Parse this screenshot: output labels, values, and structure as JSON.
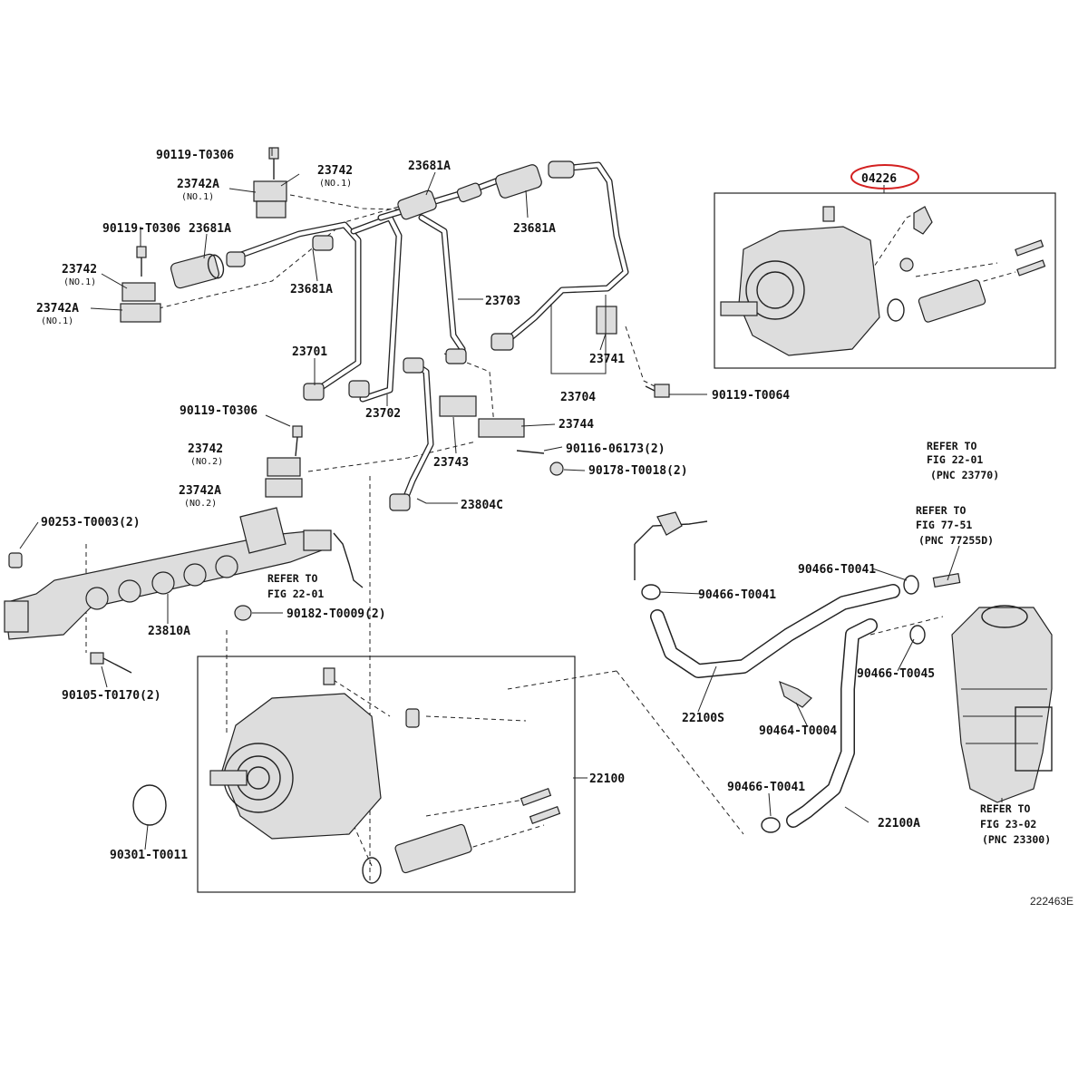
{
  "labels": {
    "l90119_top": "90119-T0306",
    "l23742_no1": "23742",
    "l23742_no1_sub": "(NO.1)",
    "l23742a_no1": "23742A",
    "l23742a_no1_sub": "(NO.1)",
    "l90119_left": "90119-T0306",
    "l23681a_1": "23681A",
    "l23742_left": "23742",
    "l23742_left_sub": "(NO.1)",
    "l23742a_left": "23742A",
    "l23742a_left_sub": "(NO.1)",
    "l23681a_2": "23681A",
    "l23681a_3": "23681A",
    "l23681a_4": "23681A",
    "l23703": "23703",
    "l23701": "23701",
    "l23741": "23741",
    "l23702": "23702",
    "l23704": "23704",
    "l90119_t0064": "90119-T0064",
    "l90119_mid": "90119-T0306",
    "l23744": "23744",
    "l23742_no2": "23742",
    "l23742_no2_sub": "(NO.2)",
    "l23743": "23743",
    "l90116": "90116-06173(2)",
    "l90178": "90178-T0018(2)",
    "l23742a_no2": "23742A",
    "l23742a_no2_sub": "(NO.2)",
    "l23804c": "23804C",
    "l90253": "90253-T0003(2)",
    "l23810a": "23810A",
    "l90182": "90182-T0009(2)",
    "l90105": "90105-T0170(2)",
    "l22100": "22100",
    "l90301": "90301-T0011",
    "l04226": "04226",
    "l90466_a": "90466-T0041",
    "l90466_b": "90466-T0041",
    "l90466_c": "90466-T0045",
    "l22100s": "22100S",
    "l90464": "90464-T0004",
    "l90466_d": "90466-T0041",
    "l22100a": "22100A",
    "diagram_code": "222463E"
  },
  "refs": {
    "ref1": [
      "REFER TO",
      "FIG 22-01",
      "(PNC 23770)"
    ],
    "ref2": [
      "REFER TO",
      "FIG 77-51",
      "(PNC 77255D)"
    ],
    "ref3": [
      "REFER TO",
      "FIG 22-01"
    ],
    "ref4": [
      "REFER TO",
      "FIG 23-02",
      "(PNC 23300)"
    ]
  },
  "highlight_color": "#d32020"
}
